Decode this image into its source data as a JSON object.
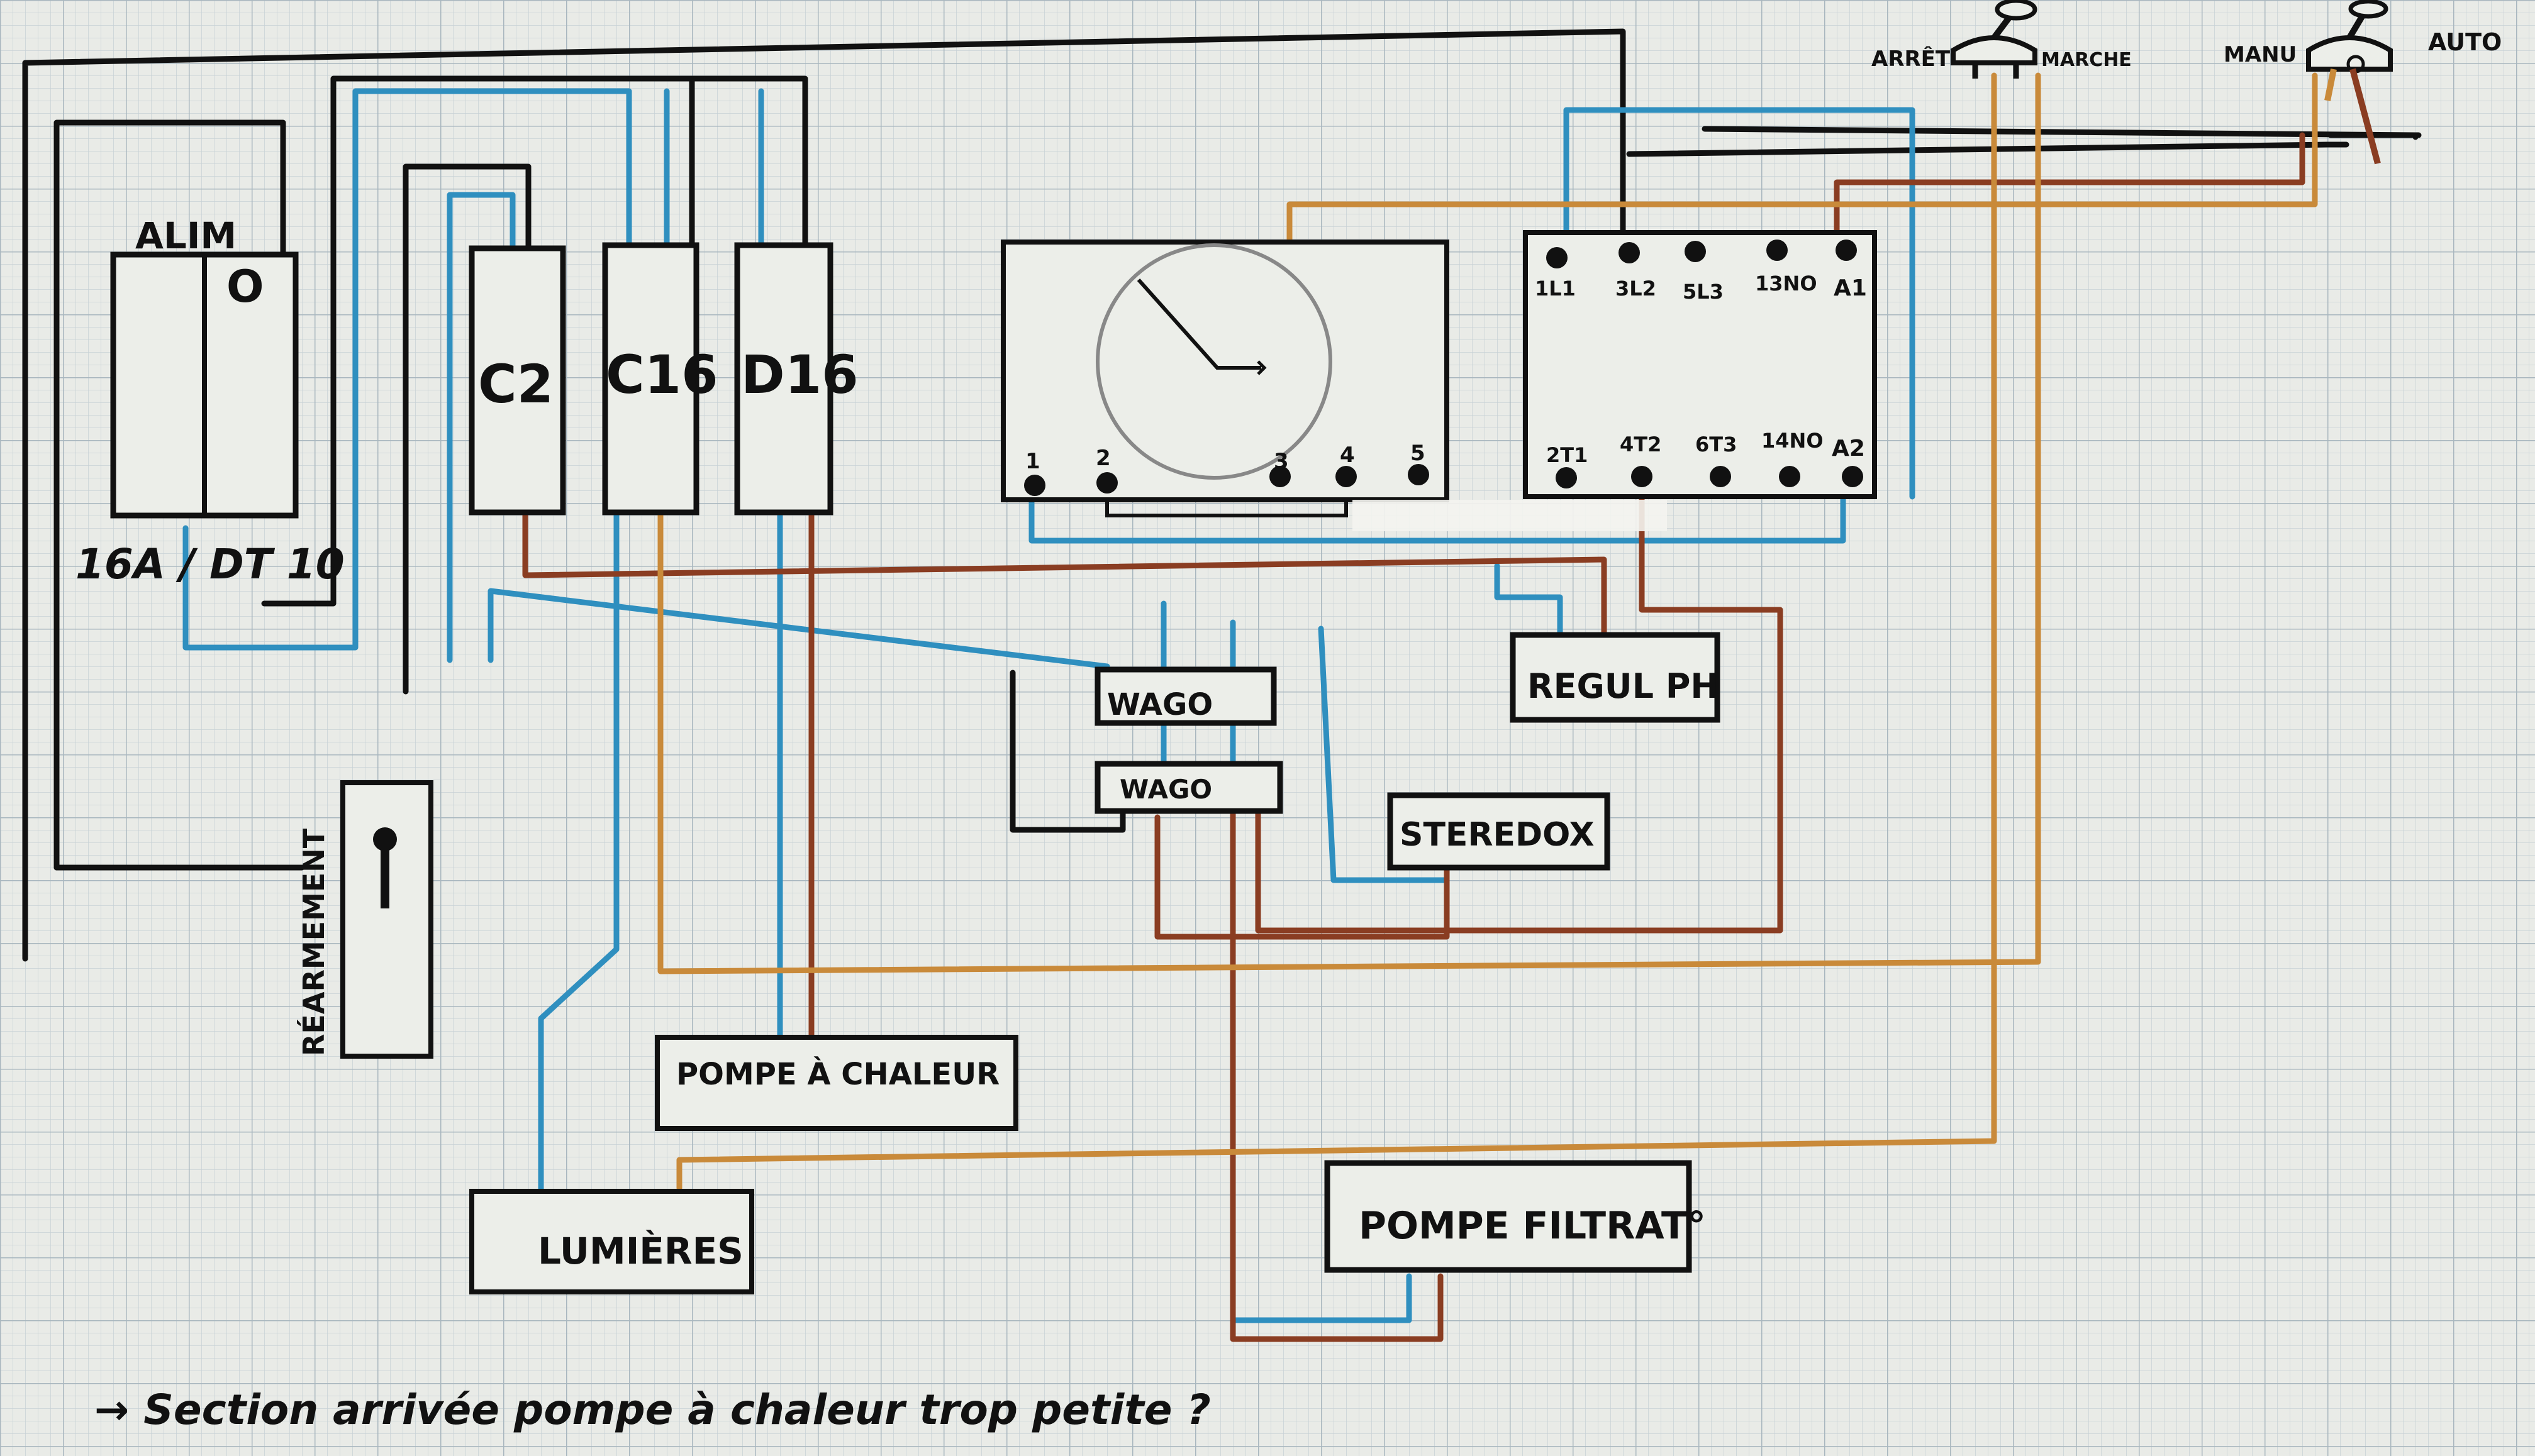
{
  "diagram": {
    "alim": {
      "title": "ALIM",
      "symbol": "O",
      "rating": "16A / DT 10"
    },
    "breakers": [
      {
        "label": "C2"
      },
      {
        "label": "C16"
      },
      {
        "label": "D16"
      }
    ],
    "timer": {
      "terminals": [
        "1",
        "2",
        "3",
        "4",
        "5"
      ]
    },
    "contactor": {
      "top_terminals": [
        "1L1",
        "3L2",
        "5L3",
        "13NO",
        "A1"
      ],
      "bottom_terminals": [
        "2T1",
        "4T2",
        "6T3",
        "14NO",
        "A2"
      ]
    },
    "switch_1": {
      "left": "ARRÊT",
      "right": "MARCHE"
    },
    "switch_2": {
      "left": "MANU",
      "right": "AUTO"
    },
    "boxes": {
      "wago_1": "WAGO",
      "wago_2": "WAGO",
      "regul_ph": "REGUL PH",
      "steredox": "STEREDOX",
      "pompe_chaleur": "POMPE À CHALEUR",
      "lumieres": "LUMIÈRES",
      "pompe_filtration": "POMPE FILTRAT°",
      "rearmement": "RÉARMEMENT"
    },
    "note": "→ Section arrivée pompe à chaleur trop petite ?",
    "colors": {
      "paper": "#e9ebe7",
      "grid_fine": "#c7d1d6",
      "grid_major": "#a9b7bf",
      "ink": "#111111",
      "blue": "#2f8fbf",
      "brown": "#8a3d22",
      "orange": "#c98a3a"
    }
  }
}
